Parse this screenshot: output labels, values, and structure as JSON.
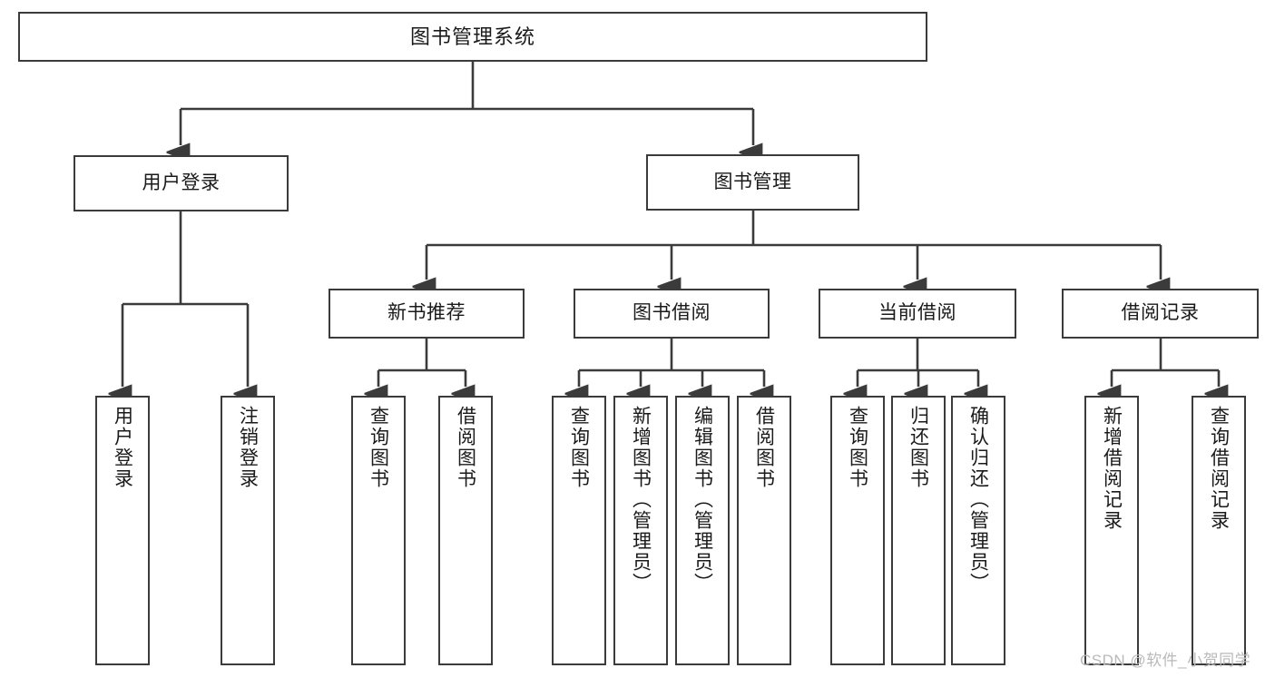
{
  "diagram": {
    "title": "图书管理系统",
    "watermark": "CSDN @软件_小贺同学",
    "nodes": {
      "root": {
        "label": "图书管理系统"
      },
      "level2": [
        {
          "id": "user-login",
          "label": "用户登录"
        },
        {
          "id": "book-manage",
          "label": "图书管理"
        }
      ],
      "level3": [
        {
          "id": "new-book-recommend",
          "label": "新书推荐"
        },
        {
          "id": "book-borrow",
          "label": "图书借阅"
        },
        {
          "id": "current-borrow",
          "label": "当前借阅"
        },
        {
          "id": "borrow-record",
          "label": "借阅记录"
        }
      ],
      "leaves": {
        "user_login": [
          {
            "id": "leaf-user-login",
            "label": "用户登录"
          },
          {
            "id": "leaf-logout-login",
            "label": "注销登录"
          }
        ],
        "new_book_recommend": [
          {
            "id": "leaf-query-book-1",
            "label": "查询图书"
          },
          {
            "id": "leaf-borrow-book-1",
            "label": "借阅图书"
          }
        ],
        "book_borrow": [
          {
            "id": "leaf-query-book-2",
            "label": "查询图书"
          },
          {
            "id": "leaf-add-book",
            "label": "新增图书（管理员）"
          },
          {
            "id": "leaf-edit-book",
            "label": "编辑图书（管理员）"
          },
          {
            "id": "leaf-borrow-book-2",
            "label": "借阅图书"
          }
        ],
        "current_borrow": [
          {
            "id": "leaf-query-book-3",
            "label": "查询图书"
          },
          {
            "id": "leaf-return-book",
            "label": "归还图书"
          },
          {
            "id": "leaf-confirm-return",
            "label": "确认归还（管理员）"
          }
        ],
        "borrow_record": [
          {
            "id": "leaf-add-record",
            "label": "新增借阅记录"
          },
          {
            "id": "leaf-query-record",
            "label": "查询借阅记录"
          }
        ]
      }
    },
    "colors": {
      "border": "#3b3b3b",
      "edge": "#3b3b3b",
      "text": "#1a1a1a",
      "background": "#ffffff",
      "watermark": "#b9b9b9"
    }
  }
}
